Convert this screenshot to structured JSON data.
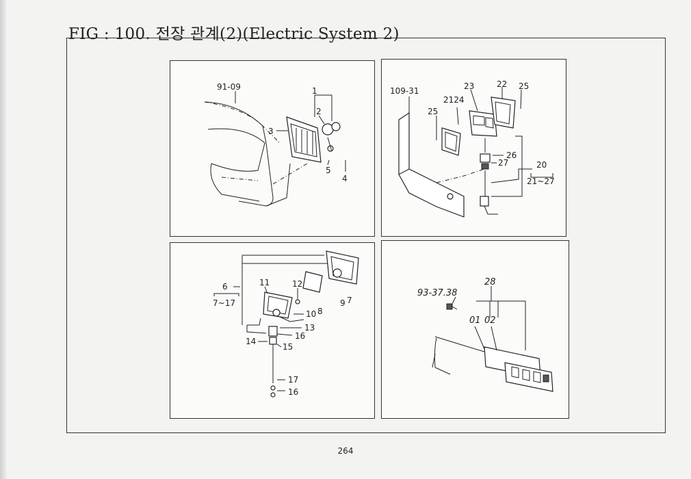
{
  "figure": {
    "title": "FIG : 100. 전장 관계(2)(Electric System 2)"
  },
  "panels": {
    "headlamp": {
      "callouts": [
        "91-09",
        "1",
        "2",
        "3",
        "5",
        "4"
      ]
    },
    "side_lamp": {
      "callouts": [
        "109-31",
        "23",
        "22",
        "25",
        "2124",
        "25",
        "26",
        "27",
        "20",
        "21~27"
      ]
    },
    "rear_lamp": {
      "callouts": [
        "6",
        "11",
        "12",
        "7~17",
        "10",
        "8",
        "9",
        "7",
        "13",
        "16",
        "14",
        "15",
        "17",
        "16"
      ]
    },
    "harness": {
      "callouts": [
        "28",
        "93-37.38",
        "01",
        "02"
      ]
    }
  },
  "page": {
    "number": "264"
  }
}
